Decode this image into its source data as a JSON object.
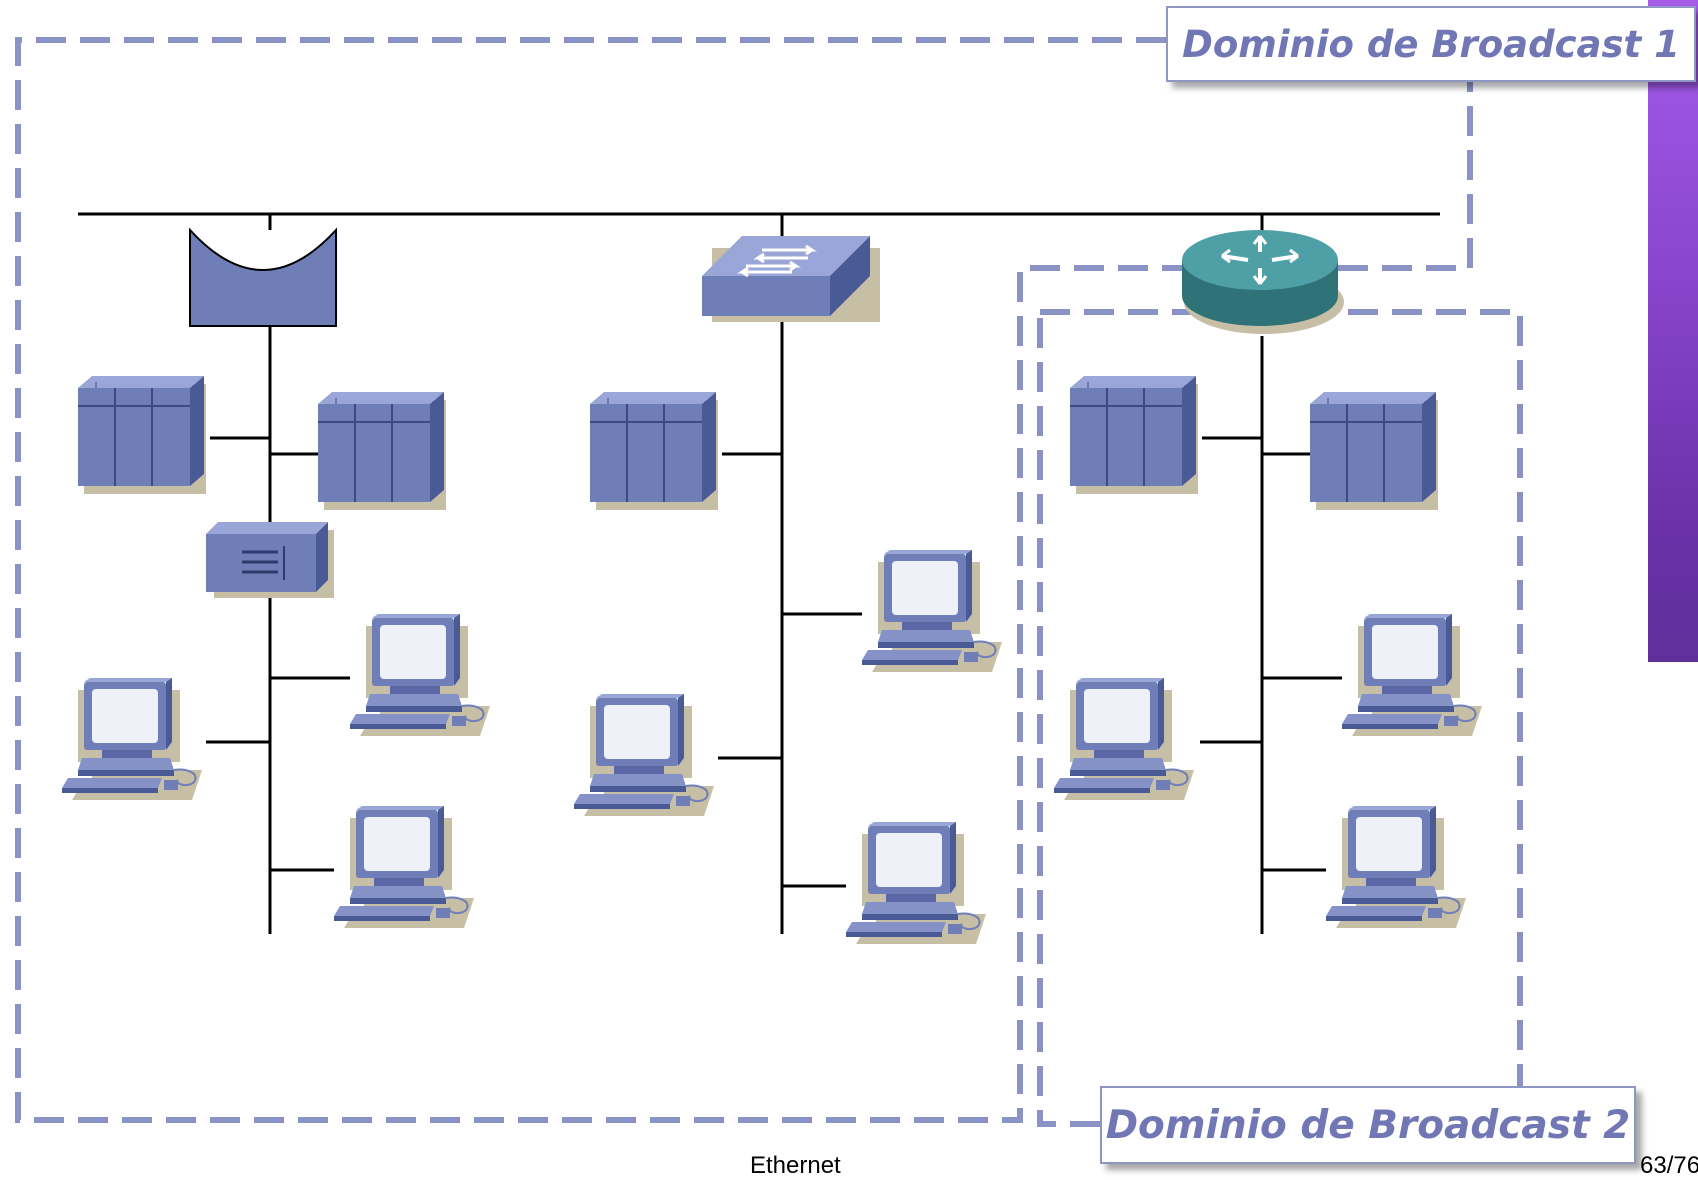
{
  "labels": {
    "domain1": "Dominio de Broadcast 1",
    "domain2": "Dominio de Broadcast 2"
  },
  "footer": {
    "title": "Ethernet",
    "page": "63/76"
  },
  "colors": {
    "dash": "#8a93c3",
    "device_front": "#6f7eb6",
    "device_top": "#9aa6d8",
    "device_side": "#4a5a97",
    "shadow": "#c7bea6",
    "router": "#3f8f95",
    "accent_bar": "#8a46cf"
  },
  "devices": {
    "left_segment": [
      "bridge-icon",
      "server-icon",
      "server-icon",
      "hub-icon",
      "workstation-icon",
      "workstation-icon",
      "workstation-icon"
    ],
    "middle_segment": [
      "switch-icon",
      "server-icon",
      "workstation-icon",
      "workstation-icon",
      "workstation-icon"
    ],
    "right_segment": [
      "router-icon",
      "server-icon",
      "server-icon",
      "workstation-icon",
      "workstation-icon",
      "workstation-icon"
    ]
  }
}
